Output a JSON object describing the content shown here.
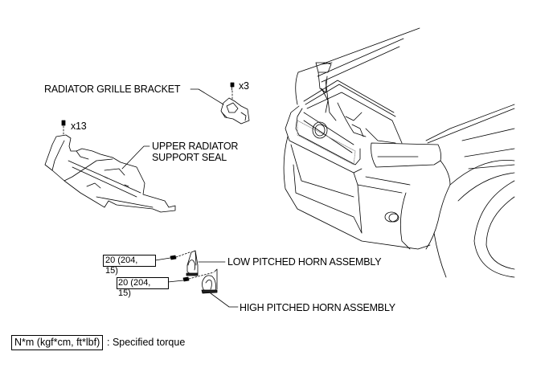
{
  "diagram": {
    "parts": [
      {
        "id": "radiator-grille-bracket",
        "label": "RADIATOR GRILLE BRACKET",
        "fastener_qty": "x3"
      },
      {
        "id": "upper-radiator-support-seal",
        "label_lines": [
          "UPPER RADIATOR",
          "SUPPORT SEAL"
        ],
        "fastener_qty": "x13"
      },
      {
        "id": "low-pitched-horn",
        "label": "LOW PITCHED HORN ASSEMBLY",
        "torque_lines": [
          "20 (204,",
          "15)"
        ]
      },
      {
        "id": "high-pitched-horn",
        "label": "HIGH PITCHED HORN ASSEMBLY",
        "torque_lines": [
          "20 (204,",
          "15)"
        ]
      }
    ],
    "legend": {
      "symbol": "N*m (kgf*cm, ft*lbf)",
      "description": ": Specified torque"
    }
  }
}
